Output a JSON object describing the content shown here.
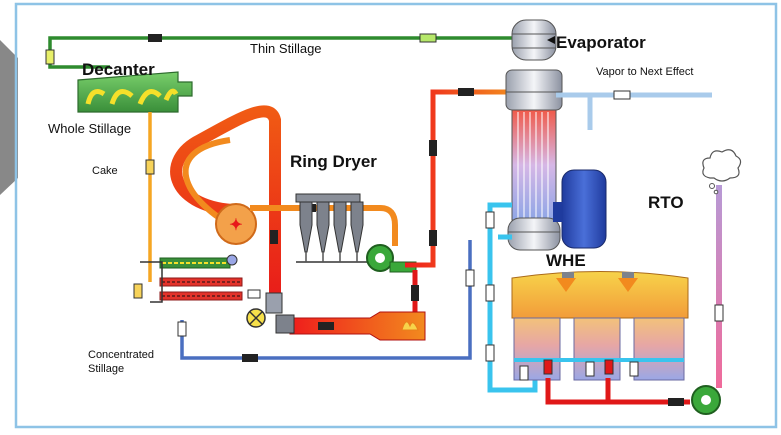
{
  "diagram": {
    "labels": {
      "thin_stillage": "Thin Stillage",
      "decanter": "Decanter",
      "evaporator": "Evaporator",
      "vapor_next_effect": "Vapor to Next Effect",
      "whole_stillage": "Whole Stillage",
      "cake": "Cake",
      "ring_dryer": "Ring Dryer",
      "rto": "RTO",
      "whe": "WHE",
      "concentrated_line1": "Concentrated",
      "concentrated_line2": "Stillage"
    },
    "colors": {
      "border": "#8ec3e6",
      "green_line": "#2e8b2e",
      "orange_line": "#f07a1c",
      "red_line": "#e01818",
      "blue_line": "#4a6fc0",
      "cyan_line": "#39c4ee",
      "light_blue_line": "#a9cbeb",
      "purple_line": "#b79ad6"
    }
  }
}
